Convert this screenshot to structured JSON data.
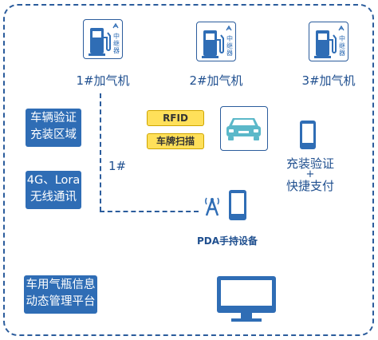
{
  "pumps": [
    {
      "label": "1#加气机",
      "relay_text": "中继器"
    },
    {
      "label": "2#加气机",
      "relay_text": "中继器"
    },
    {
      "label": "3#加气机",
      "relay_text": "中继器"
    }
  ],
  "side_boxes": {
    "vehicle_verify": {
      "line1": "车辆验证",
      "line2": "充装区域"
    },
    "comm": {
      "line1": "4G、Lora",
      "line2": "无线通讯"
    },
    "platform": {
      "line1": "车用气瓶信息",
      "line2": "动态管理平台"
    }
  },
  "tags": {
    "rfid": "RFID",
    "plate_scan": "车牌扫描"
  },
  "line_label": "1#",
  "phone_caption": {
    "line1": "充装验证",
    "plus": "+",
    "line2": "快捷支付"
  },
  "pda_label": "PDA手持设备",
  "colors": {
    "primary": "#2f6db5",
    "accent": "#5bb8c9",
    "tag": "#ffe05a"
  }
}
